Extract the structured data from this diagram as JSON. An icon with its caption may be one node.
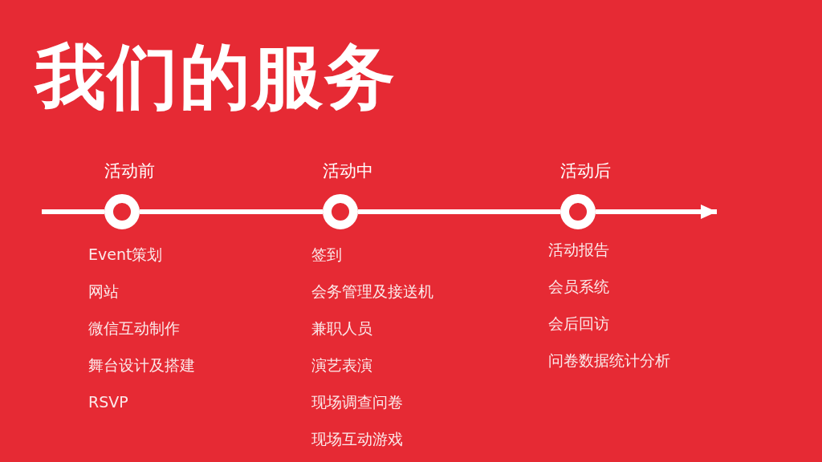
{
  "diagram": {
    "title": "我们的服务",
    "nodes": [
      {
        "text": [
          "活动前"
        ],
        "beside": [
          "Event策划",
          "网站",
          "微信互动制作",
          "舞台设计及搭建",
          "RSVP"
        ]
      },
      {
        "text": [
          "活动中"
        ],
        "beside": [
          "签到",
          "会务管理及接送机",
          "兼职人员",
          "演艺表演",
          "现场调查问卷",
          "现场互动游戏"
        ]
      },
      {
        "text": [
          "活动后"
        ],
        "beside": [
          "活动报告",
          "会员系统",
          "会后回访",
          "问卷数据统计分析"
        ]
      }
    ],
    "edges": [
      {
        "from": null,
        "to": 0,
        "arrow": "none"
      },
      {
        "from": 0,
        "to": 1,
        "arrow": "none"
      },
      {
        "from": 1,
        "to": 2,
        "arrow": "none"
      },
      {
        "from": 2,
        "to": null,
        "arrow": "to"
      }
    ]
  }
}
